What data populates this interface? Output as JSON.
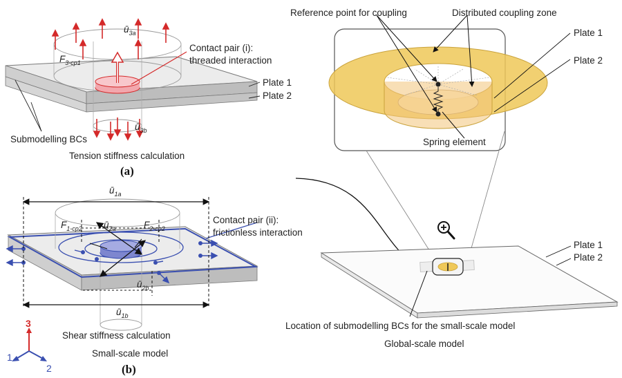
{
  "panel_a": {
    "u3a": "ū",
    "u3a_sub": "3a",
    "u3b": "ū",
    "u3b_sub": "3b",
    "f3": "F",
    "f3_sub": "3-cp1",
    "contact_line1": "Contact pair (i):",
    "contact_line2": "threaded interaction",
    "plate1": "Plate 1",
    "plate2": "Plate 2",
    "bcs": "Submodelling BCs",
    "title": "Tension stiffness calculation",
    "caption": "(a)"
  },
  "panel_b": {
    "u1a": "ū",
    "u1a_sub": "1a",
    "u1b": "ū",
    "u1b_sub": "1b",
    "u2a": "ū",
    "u2a_sub": "2a",
    "u2b": "ū",
    "u2b_sub": "2b",
    "f1": "F",
    "f1_sub": "1-cp2",
    "f2": "F",
    "f2_sub": "2-cp2",
    "contact_line1": "Contact pair (ii):",
    "contact_line2": "frictionless interaction",
    "title": "Shear stiffness calculation",
    "subtitle": "Small-scale model",
    "caption": "(b)",
    "axis3": "3",
    "axis1": "1",
    "axis2": "2"
  },
  "zoom": {
    "ref_point": "Reference point for coupling",
    "coupling_zone": "Distributed coupling zone",
    "plate1": "Plate 1",
    "plate2": "Plate 2",
    "spring": "Spring element"
  },
  "global": {
    "plate1": "Plate 1",
    "plate2": "Plate 2",
    "location": "Location of submodelling BCs for the small-scale model",
    "title": "Global-scale model",
    "magnifier": "magnifier-icon"
  },
  "colors": {
    "red": "#d42a2a",
    "blue": "#3a4fb0",
    "gold": "#e8c24a",
    "plate_grey": "#c8c8c8"
  }
}
